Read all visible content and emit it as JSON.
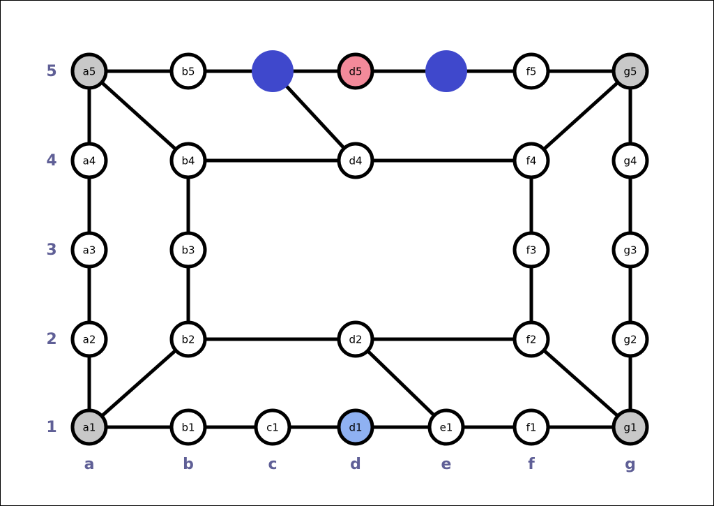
{
  "colors": {
    "edge": "#000000",
    "node_fill": "#ffffff",
    "corner_fill": "#c8c8c8",
    "token_dark_blue": "#3f48cc",
    "token_pink": "#f38a9a",
    "token_light_blue": "#8fb1f2",
    "axis_label": "#5f5f96"
  },
  "columns": [
    "a",
    "b",
    "c",
    "d",
    "e",
    "f",
    "g"
  ],
  "rows": [
    "1",
    "2",
    "3",
    "4",
    "5"
  ],
  "nodes": [
    {
      "id": "a5",
      "label": "a5",
      "col": "a",
      "row": "5",
      "style": "corner"
    },
    {
      "id": "b5",
      "label": "b5",
      "col": "b",
      "row": "5",
      "style": "normal"
    },
    {
      "id": "c5",
      "label": "",
      "col": "c",
      "row": "5",
      "style": "token_dark_blue"
    },
    {
      "id": "d5",
      "label": "d5",
      "col": "d",
      "row": "5",
      "style": "token_pink"
    },
    {
      "id": "e5",
      "label": "",
      "col": "e",
      "row": "5",
      "style": "token_dark_blue"
    },
    {
      "id": "f5",
      "label": "f5",
      "col": "f",
      "row": "5",
      "style": "normal"
    },
    {
      "id": "g5",
      "label": "g5",
      "col": "g",
      "row": "5",
      "style": "corner"
    },
    {
      "id": "a4",
      "label": "a4",
      "col": "a",
      "row": "4",
      "style": "normal"
    },
    {
      "id": "b4",
      "label": "b4",
      "col": "b",
      "row": "4",
      "style": "normal"
    },
    {
      "id": "d4",
      "label": "d4",
      "col": "d",
      "row": "4",
      "style": "normal"
    },
    {
      "id": "f4",
      "label": "f4",
      "col": "f",
      "row": "4",
      "style": "normal"
    },
    {
      "id": "g4",
      "label": "g4",
      "col": "g",
      "row": "4",
      "style": "normal"
    },
    {
      "id": "a3",
      "label": "a3",
      "col": "a",
      "row": "3",
      "style": "normal"
    },
    {
      "id": "b3",
      "label": "b3",
      "col": "b",
      "row": "3",
      "style": "normal"
    },
    {
      "id": "f3",
      "label": "f3",
      "col": "f",
      "row": "3",
      "style": "normal"
    },
    {
      "id": "g3",
      "label": "g3",
      "col": "g",
      "row": "3",
      "style": "normal"
    },
    {
      "id": "a2",
      "label": "a2",
      "col": "a",
      "row": "2",
      "style": "normal"
    },
    {
      "id": "b2",
      "label": "b2",
      "col": "b",
      "row": "2",
      "style": "normal"
    },
    {
      "id": "d2",
      "label": "d2",
      "col": "d",
      "row": "2",
      "style": "normal"
    },
    {
      "id": "f2",
      "label": "f2",
      "col": "f",
      "row": "2",
      "style": "normal"
    },
    {
      "id": "g2",
      "label": "g2",
      "col": "g",
      "row": "2",
      "style": "normal"
    },
    {
      "id": "a1",
      "label": "a1",
      "col": "a",
      "row": "1",
      "style": "corner"
    },
    {
      "id": "b1",
      "label": "b1",
      "col": "b",
      "row": "1",
      "style": "normal"
    },
    {
      "id": "c1",
      "label": "c1",
      "col": "c",
      "row": "1",
      "style": "normal"
    },
    {
      "id": "d1",
      "label": "d1",
      "col": "d",
      "row": "1",
      "style": "token_light_blue"
    },
    {
      "id": "e1",
      "label": "e1",
      "col": "e",
      "row": "1",
      "style": "normal"
    },
    {
      "id": "f1",
      "label": "f1",
      "col": "f",
      "row": "1",
      "style": "normal"
    },
    {
      "id": "g1",
      "label": "g1",
      "col": "g",
      "row": "1",
      "style": "corner"
    }
  ],
  "edges": [
    [
      "a5",
      "b5"
    ],
    [
      "b5",
      "c5"
    ],
    [
      "c5",
      "d5"
    ],
    [
      "d5",
      "e5"
    ],
    [
      "e5",
      "f5"
    ],
    [
      "f5",
      "g5"
    ],
    [
      "a5",
      "a4"
    ],
    [
      "a4",
      "a3"
    ],
    [
      "a3",
      "a2"
    ],
    [
      "a2",
      "a1"
    ],
    [
      "g5",
      "g4"
    ],
    [
      "g4",
      "g3"
    ],
    [
      "g3",
      "g2"
    ],
    [
      "g2",
      "g1"
    ],
    [
      "a1",
      "b1"
    ],
    [
      "b1",
      "c1"
    ],
    [
      "c1",
      "d1"
    ],
    [
      "d1",
      "e1"
    ],
    [
      "e1",
      "f1"
    ],
    [
      "f1",
      "g1"
    ],
    [
      "a5",
      "b4"
    ],
    [
      "c5",
      "d4"
    ],
    [
      "g5",
      "f4"
    ],
    [
      "b4",
      "d4"
    ],
    [
      "d4",
      "f4"
    ],
    [
      "b4",
      "b3"
    ],
    [
      "b3",
      "b2"
    ],
    [
      "f4",
      "f3"
    ],
    [
      "f3",
      "f2"
    ],
    [
      "b2",
      "d2"
    ],
    [
      "d2",
      "f2"
    ],
    [
      "a1",
      "b2"
    ],
    [
      "d2",
      "e1"
    ],
    [
      "f2",
      "g1"
    ]
  ]
}
